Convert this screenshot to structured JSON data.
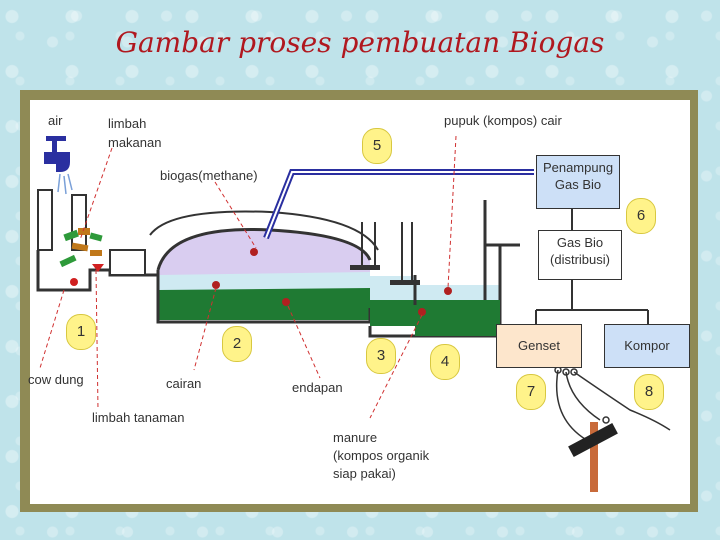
{
  "title": "Gambar proses pembuatan Biogas",
  "labels": {
    "air": "air",
    "limbah_makanan_1": "limbah",
    "limbah_makanan_2": "makanan",
    "biogas": "biogas(methane)",
    "pupuk": "pupuk (kompos) cair",
    "cow_dung": "cow dung",
    "cairan": "cairan",
    "endapan": "endapan",
    "limbah_tanaman": "limbah tanaman",
    "manure_1": "manure",
    "manure_2": "(kompos organik",
    "manure_3": "siap pakai)"
  },
  "boxes": {
    "penampung_1": "Penampung",
    "penampung_2": "Gas Bio",
    "distribusi_1": "Gas Bio",
    "distribusi_2": "(distribusi)",
    "genset": "Genset",
    "kompor": "Kompor"
  },
  "numbers": [
    "1",
    "2",
    "3",
    "4",
    "5",
    "6",
    "7",
    "8"
  ],
  "colors": {
    "title": "#b0181f",
    "gas": "#d9cdf0",
    "liquid": "#cfeaf2",
    "sludge": "#1f7a33",
    "pipe": "#2a2fa0",
    "penampung_box": "#cde0f7",
    "genset_box": "#fde6cc",
    "kompor_box": "#cde0f7",
    "badge": "#fff38a"
  }
}
